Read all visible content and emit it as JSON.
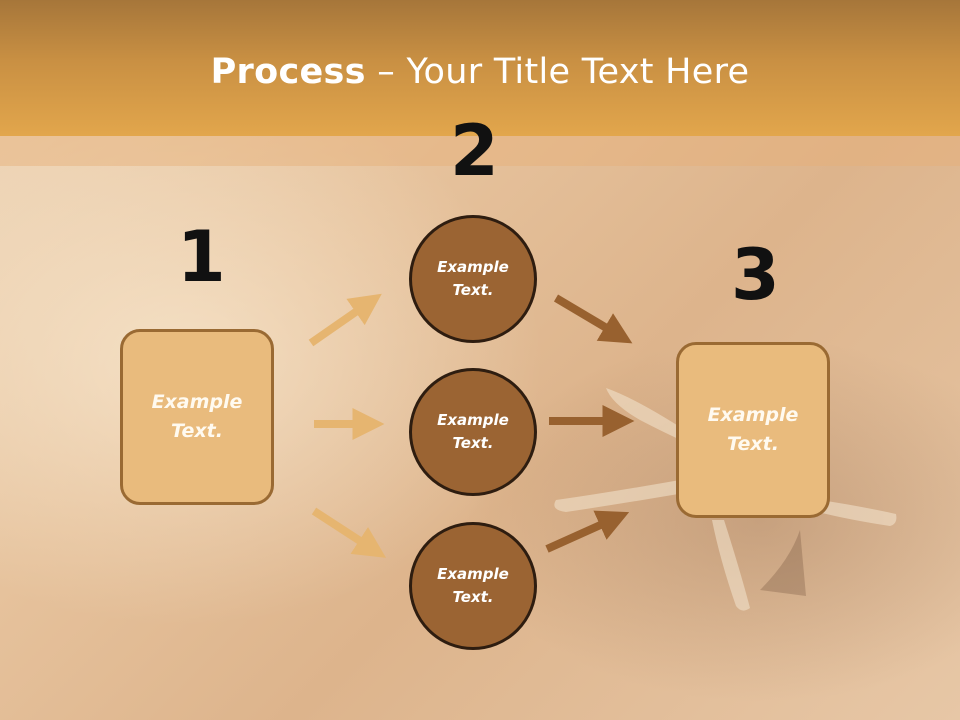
{
  "slide": {
    "title_bold": "Process",
    "title_rest": " – Your Title Text Here",
    "numbers": {
      "one": "1",
      "two": "2",
      "three": "3"
    },
    "step1_text": "Example Text.",
    "circles": [
      "Example Text.",
      "Example Text.",
      "Example Text."
    ],
    "step3_text": "Example Text."
  },
  "colors": {
    "header": "#d59a47",
    "box_fill": "#e9bb7d",
    "circle_fill": "#9b6433",
    "arrow_light": "#e6b570",
    "arrow_dark": "#98612f"
  }
}
